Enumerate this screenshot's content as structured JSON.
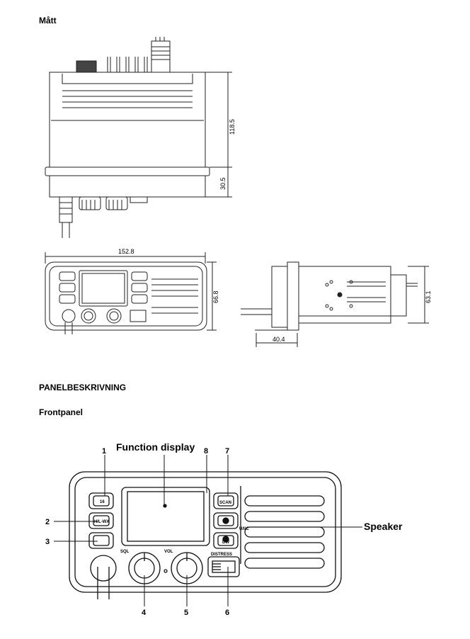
{
  "headings": {
    "dimensions": "Mått",
    "panel_description": "PANELBESKRIVNING",
    "front_panel": "Frontpanel"
  },
  "dimensions": {
    "height_total": "118.5",
    "flange_height": "30.5",
    "width": "152.8",
    "front_height": "66.8",
    "side_height": "63.1",
    "side_depth": "40.4"
  },
  "front_panel": {
    "function_display_label": "Function display",
    "speaker_label": "Speaker",
    "callouts": [
      "1",
      "2",
      "3",
      "4",
      "5",
      "6",
      "7",
      "8"
    ],
    "knob_labels": {
      "sql": "SQL",
      "vol": "VOL"
    },
    "button_labels": {
      "scan": "SCAN",
      "dual": "DW",
      "uic": "U/I/C",
      "distress": "DISTRESS",
      "h16": "16",
      "hilo": "H/L-WX"
    }
  }
}
